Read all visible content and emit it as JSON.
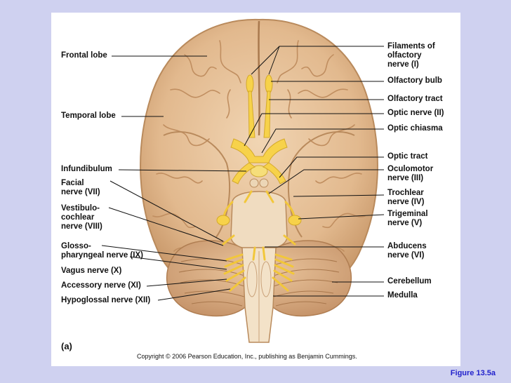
{
  "left_labels": [
    {
      "id": "frontal-lobe",
      "text": "Frontal lobe"
    },
    {
      "id": "temporal-lobe",
      "text": "Temporal lobe"
    },
    {
      "id": "infundibulum",
      "text": "Infundibulum"
    },
    {
      "id": "facial-nerve",
      "text": "Facial\nnerve (VII)"
    },
    {
      "id": "vestibulocochlear-nerve",
      "text": "Vestibulo-\ncochlear\nnerve (VIII)"
    },
    {
      "id": "glossopharyngeal-nerve",
      "text": "Glosso-\npharyngeal nerve (IX)"
    },
    {
      "id": "vagus-nerve",
      "text": "Vagus nerve (X)"
    },
    {
      "id": "accessory-nerve",
      "text": "Accessory nerve (XI)"
    },
    {
      "id": "hypoglossal-nerve",
      "text": "Hypoglossal nerve (XII)"
    }
  ],
  "right_labels": [
    {
      "id": "olfactory-filaments",
      "text": "Filaments of\nolfactory\nnerve (I)"
    },
    {
      "id": "olfactory-bulb",
      "text": "Olfactory bulb"
    },
    {
      "id": "olfactory-tract",
      "text": "Olfactory tract"
    },
    {
      "id": "optic-nerve",
      "text": "Optic nerve (II)"
    },
    {
      "id": "optic-chiasma",
      "text": "Optic chiasma"
    },
    {
      "id": "optic-tract",
      "text": "Optic tract"
    },
    {
      "id": "oculomotor-nerve",
      "text": "Oculomotor\nnerve (III)"
    },
    {
      "id": "trochlear-nerve",
      "text": "Trochlear\nnerve (IV)"
    },
    {
      "id": "trigeminal-nerve",
      "text": "Trigeminal\nnerve (V)"
    },
    {
      "id": "abducens-nerve",
      "text": "Abducens\nnerve (VI)"
    },
    {
      "id": "cerebellum",
      "text": "Cerebellum"
    },
    {
      "id": "medulla",
      "text": "Medulla"
    }
  ],
  "part_label": "(a)",
  "copyright": "Copyright © 2006 Pearson Education, Inc., publishing as Benjamin Cummings.",
  "figure_label": "Figure 13.5a",
  "colors": {
    "background": "#cfd1f0",
    "brain": "#e7c29a",
    "brain_dark": "#c9996b",
    "nerve": "#f7d24a",
    "figure_label": "#2222cc"
  }
}
